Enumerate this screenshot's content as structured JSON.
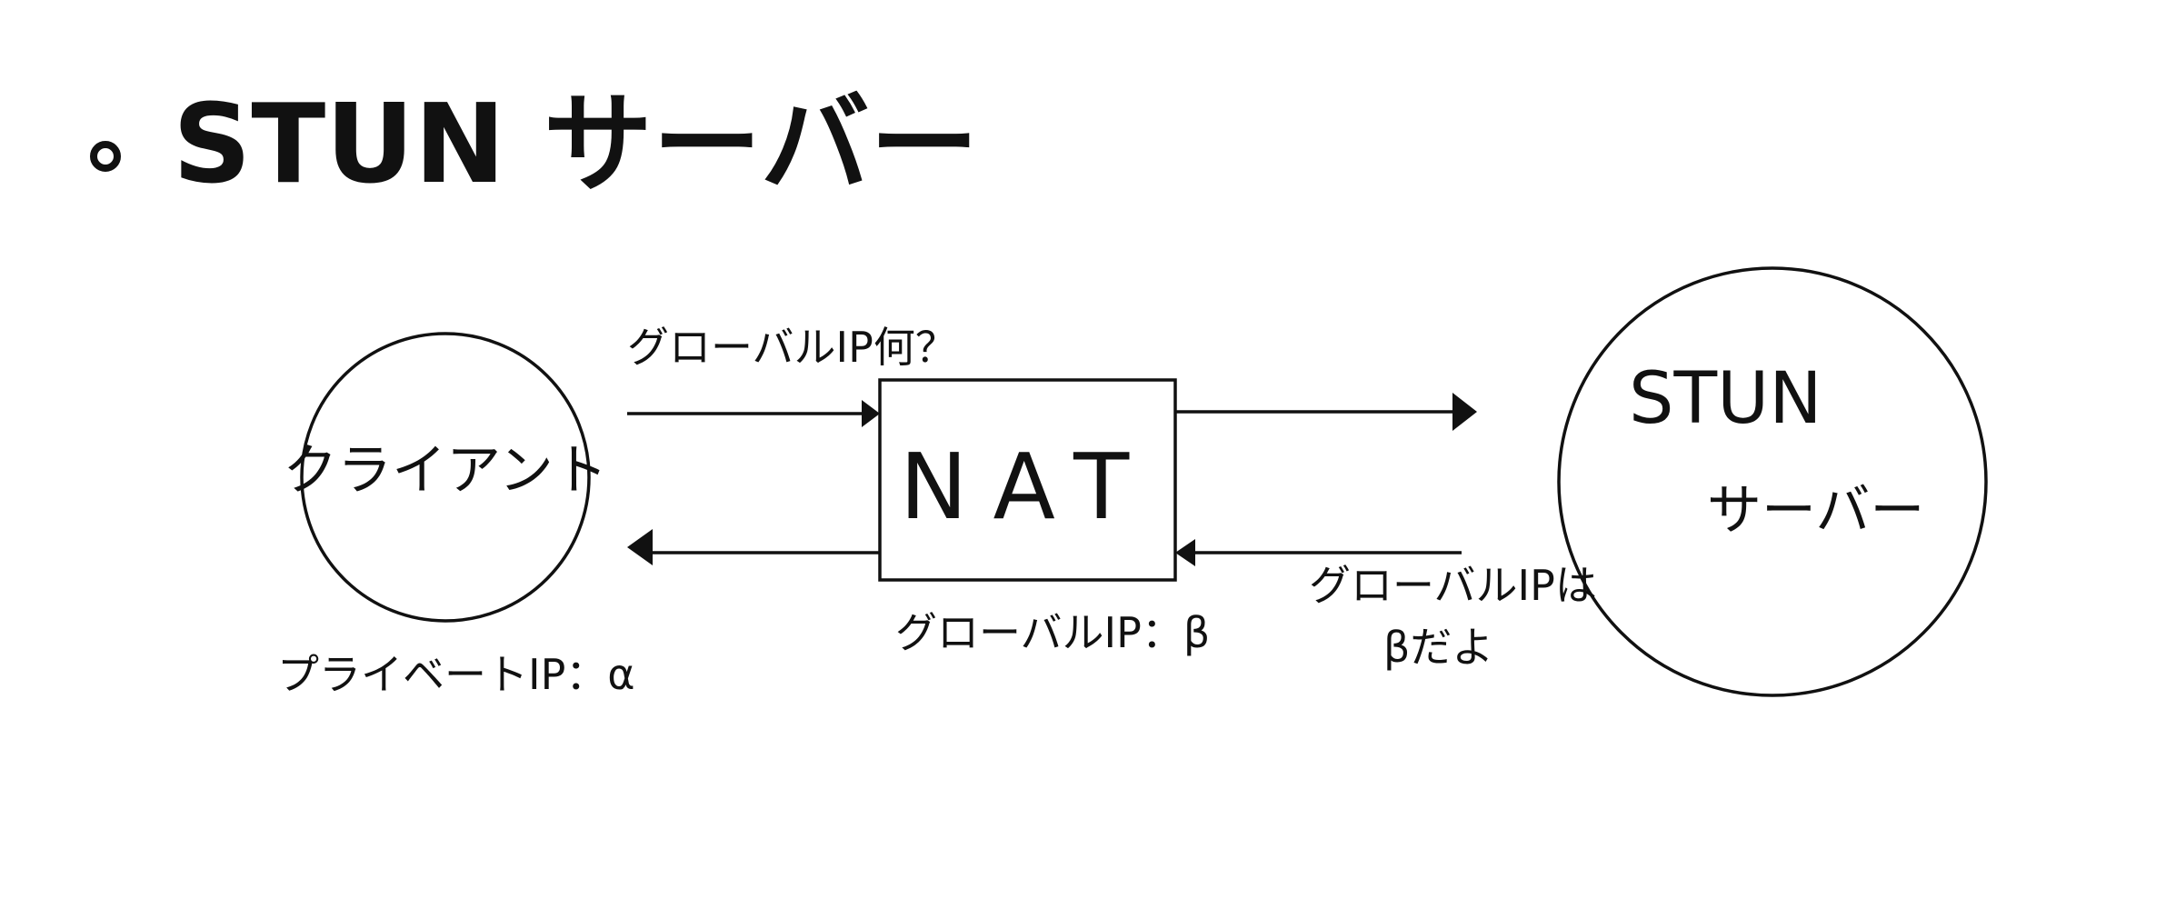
{
  "title": "STUN サーバー",
  "nodes": {
    "client": {
      "label": "クライアント"
    },
    "nat": {
      "label": "NAT"
    },
    "stun": {
      "label_line1": "STUN",
      "label_line2": "サーバー"
    }
  },
  "annotations": {
    "client_private_ip": "プライベートIP：α",
    "nat_global_ip": "グローバルIP：β",
    "request_label": "グローバルIP何？",
    "response_line1": "グローバルIPは",
    "response_line2": "βだよ"
  },
  "colors": {
    "ink": "#111111",
    "background": "#ffffff"
  }
}
